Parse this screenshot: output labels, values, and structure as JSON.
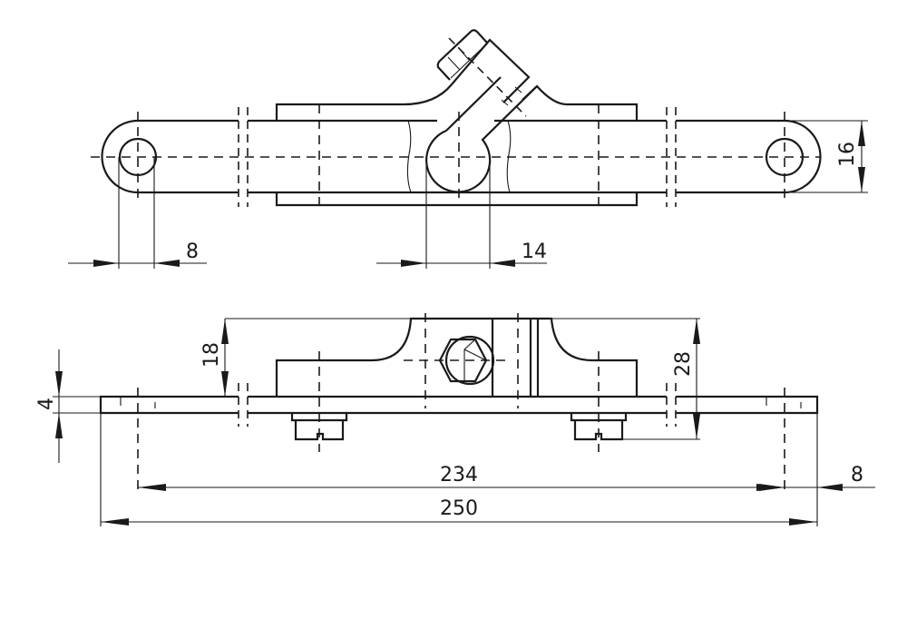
{
  "drawing": {
    "top_view": {
      "dim_hole_diameter": "8",
      "dim_large_hole_diameter": "14",
      "dim_bar_width": "16"
    },
    "side_view": {
      "dim_block_height": "18",
      "dim_total_height": "28",
      "dim_plate_thickness": "4",
      "dim_hole_spacing": "234",
      "dim_total_length": "250",
      "dim_end_offset": "8"
    }
  }
}
